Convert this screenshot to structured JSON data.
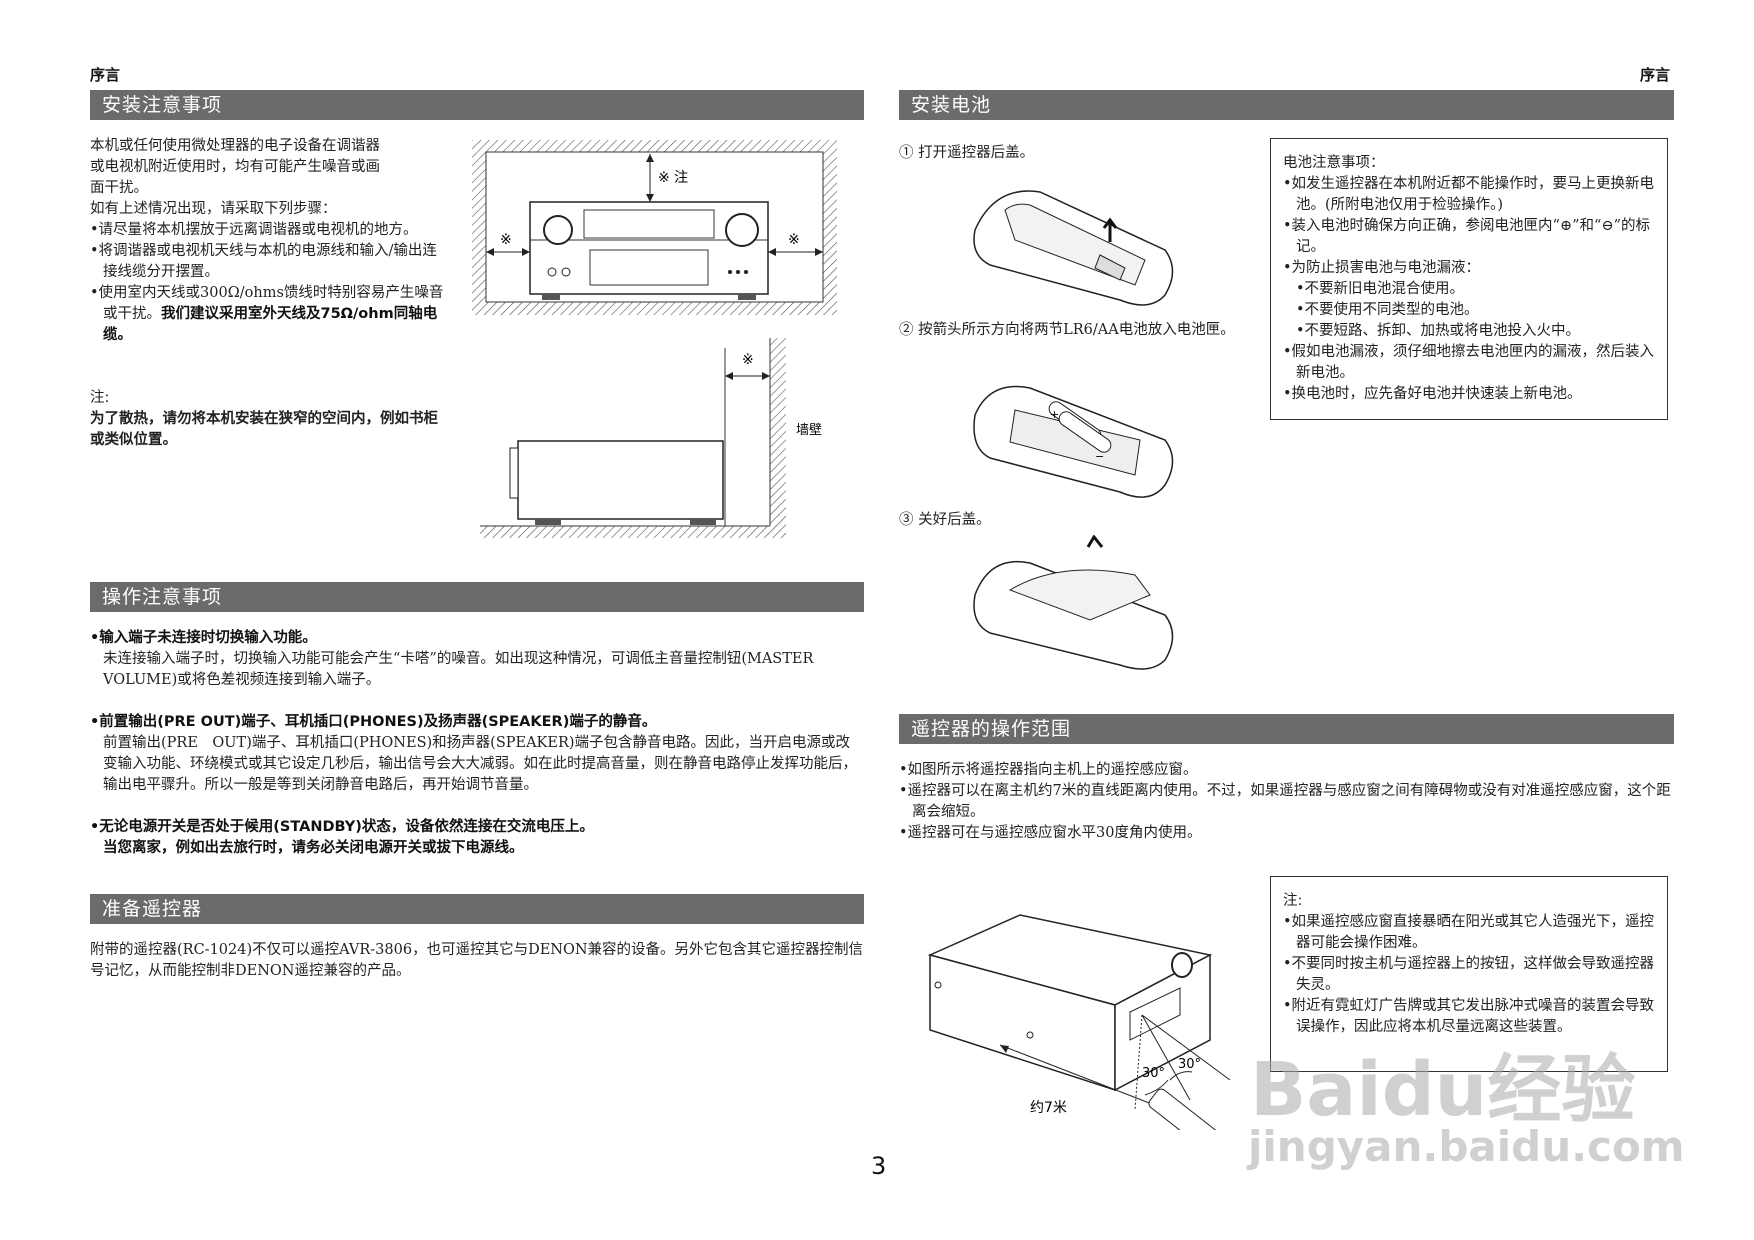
{
  "header": {
    "left": "序言",
    "right": "序言"
  },
  "install_precautions": {
    "title": "安装注意事项",
    "paragraph": [
      "本机或任何使用微处理器的电子设备在调谐器",
      "或电视机附近使用时，均有可能产生噪音或画",
      "面干扰。",
      "如有上述情况出现，请采取下列步骤："
    ],
    "bullets": [
      "•请尽量将本机摆放于远离调谐器或电视机的地方。",
      "•将调谐器或电视机天线与本机的电源线和输入/输出连接线缆分开摆置。",
      "•使用室内天线或300Ω/ohms馈线时特别容易产生噪音或干扰。"
    ],
    "bullet_bold_tail": "我们建议采用室外天线及75Ω/ohm同轴电缆。",
    "note_label": "注:",
    "note_text": "为了散热，请勿将本机安装在狭窄的空间内，例如书柜或类似位置。",
    "figure_labels": {
      "top_note": "※ 注",
      "side_mark": "※",
      "wall": "墙壁"
    }
  },
  "operation_precautions": {
    "title": "操作注意事项",
    "items": [
      {
        "head": "•输入端子未连接时切换输入功能。",
        "body": "未连接输入端子时，切换输入功能可能会产生“卡嗒”的噪音。如出现这种情况，可调低主音量控制钮(MASTER VOLUME)或将色差视频连接到输入端子。"
      },
      {
        "head": "•前置输出(PRE OUT)端子、耳机插口(PHONES)及扬声器(SPEAKER)端子的静音。",
        "body": "前置输出(PRE　OUT)端子、耳机插口(PHONES)和扬声器(SPEAKER)端子包含静音电路。因此，当开启电源或改变输入功能、环绕模式或其它设定几秒后，输出信号会大大减弱。如在此时提高音量，则在静音电路停止发挥功能后，输出电平骤升。所以一般是等到关闭静音电路后，再开始调节音量。"
      },
      {
        "head": "•无论电源开关是否处于候用(STANDBY)状态，设备依然连接在交流电压上。",
        "body": "当您离家，例如出去旅行时，请务必关闭电源开关或拔下电源线。"
      }
    ]
  },
  "prepare_remote": {
    "title": "准备遥控器",
    "text": "附带的遥控器(RC-1024)不仅可以遥控AVR-3806，也可遥控其它与DENON兼容的设备。另外它包含其它遥控器控制信号记忆，从而能控制非DENON遥控兼容的产品。"
  },
  "install_battery": {
    "title": "安装电池",
    "steps": [
      "① 打开遥控器后盖。",
      "② 按箭头所示方向将两节LR6/AA电池放入电池匣。",
      "③ 关好后盖。"
    ],
    "note_box": {
      "title": "电池注意事项：",
      "items": [
        "•如发生遥控器在本机附近都不能操作时，要马上更换新电池。(所附电池仅用于检验操作。)",
        "•装入电池时确保方向正确，参阅电池匣内“⊕”和“⊖”的标记。",
        "•为防止损害电池与电池漏液："
      ],
      "subitems": [
        "•不要新旧电池混合使用。",
        "•不要使用不同类型的电池。",
        "•不要短路、拆卸、加热或将电池投入火中。"
      ],
      "items2": [
        "•假如电池漏液，须仔细地擦去电池匣内的漏液，然后装入新电池。",
        "•换电池时，应先备好电池并快速装上新电池。"
      ]
    }
  },
  "remote_range": {
    "title": "遥控器的操作范围",
    "bullets": [
      "•如图所示将遥控器指向主机上的遥控感应窗。",
      "•遥控器可以在离主机约7米的直线距离内使用。不过，如果遥控器与感应窗之间有障碍物或没有对准遥控感应窗，这个距离会缩短。",
      "•遥控器可在与遥控感应窗水平30度角内使用。"
    ],
    "figure_labels": {
      "angle1": "30°",
      "angle2": "30°",
      "distance": "约7米"
    },
    "note_box": {
      "title": "注:",
      "items": [
        "•如果遥控感应窗直接暴晒在阳光或其它人造强光下，遥控器可能会操作困难。",
        "•不要同时按主机与遥控器上的按钮，这样做会导致遥控器失灵。",
        "•附近有霓虹灯广告牌或其它发出脉冲式噪音的装置会导致误操作，因此应将本机尽量远离这些装置。"
      ]
    }
  },
  "page_number": "3",
  "watermark": {
    "logo": "Baidu经验",
    "url": "jingyan.baidu.com"
  }
}
